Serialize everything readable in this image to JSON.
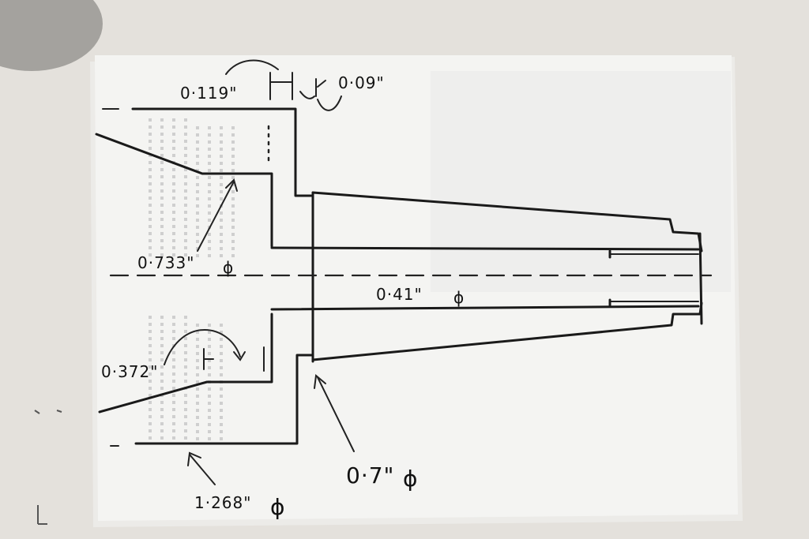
{
  "drawing": {
    "dimensions": {
      "d_0119": "0·119\"",
      "d_009": "0·09\"",
      "d_0733": "0·733\"",
      "d_041": "0·41\"",
      "d_0372": "0·372\"",
      "d_07": "0·7\"",
      "d_1268": "1·268\""
    },
    "diameter_symbol": "ϕ",
    "colors": {
      "paper": "#f3f3f1",
      "background": "#e4e1dc",
      "ink": "#1a1a1a"
    }
  }
}
